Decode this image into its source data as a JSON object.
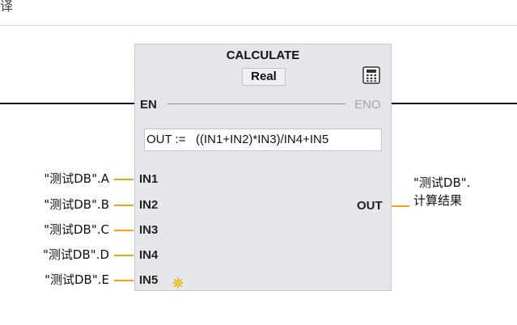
{
  "header": {
    "fragment": "译"
  },
  "block": {
    "name": "CALCULATE",
    "type": "Real",
    "en": "EN",
    "eno": "ENO",
    "formula": "OUT :=   ((IN1+IN2)*IN3)/IN4+IN5",
    "icon": "calculator-icon"
  },
  "inputs": [
    {
      "pin": "IN1",
      "operand": "\"测试DB\".A"
    },
    {
      "pin": "IN2",
      "operand": "\"测试DB\".B"
    },
    {
      "pin": "IN3",
      "operand": "\"测试DB\".C"
    },
    {
      "pin": "IN4",
      "operand": "\"测试DB\".D"
    },
    {
      "pin": "IN5",
      "operand": "\"测试DB\".E"
    }
  ],
  "output": {
    "pin": "OUT",
    "operand_line1": "\"测试DB\".",
    "operand_line2": "计算结果"
  },
  "colors": {
    "connector": "#f5a213",
    "block_bg": "#e6e6ea",
    "rail": "#111111",
    "eno_disabled": "#a5a5ab"
  }
}
